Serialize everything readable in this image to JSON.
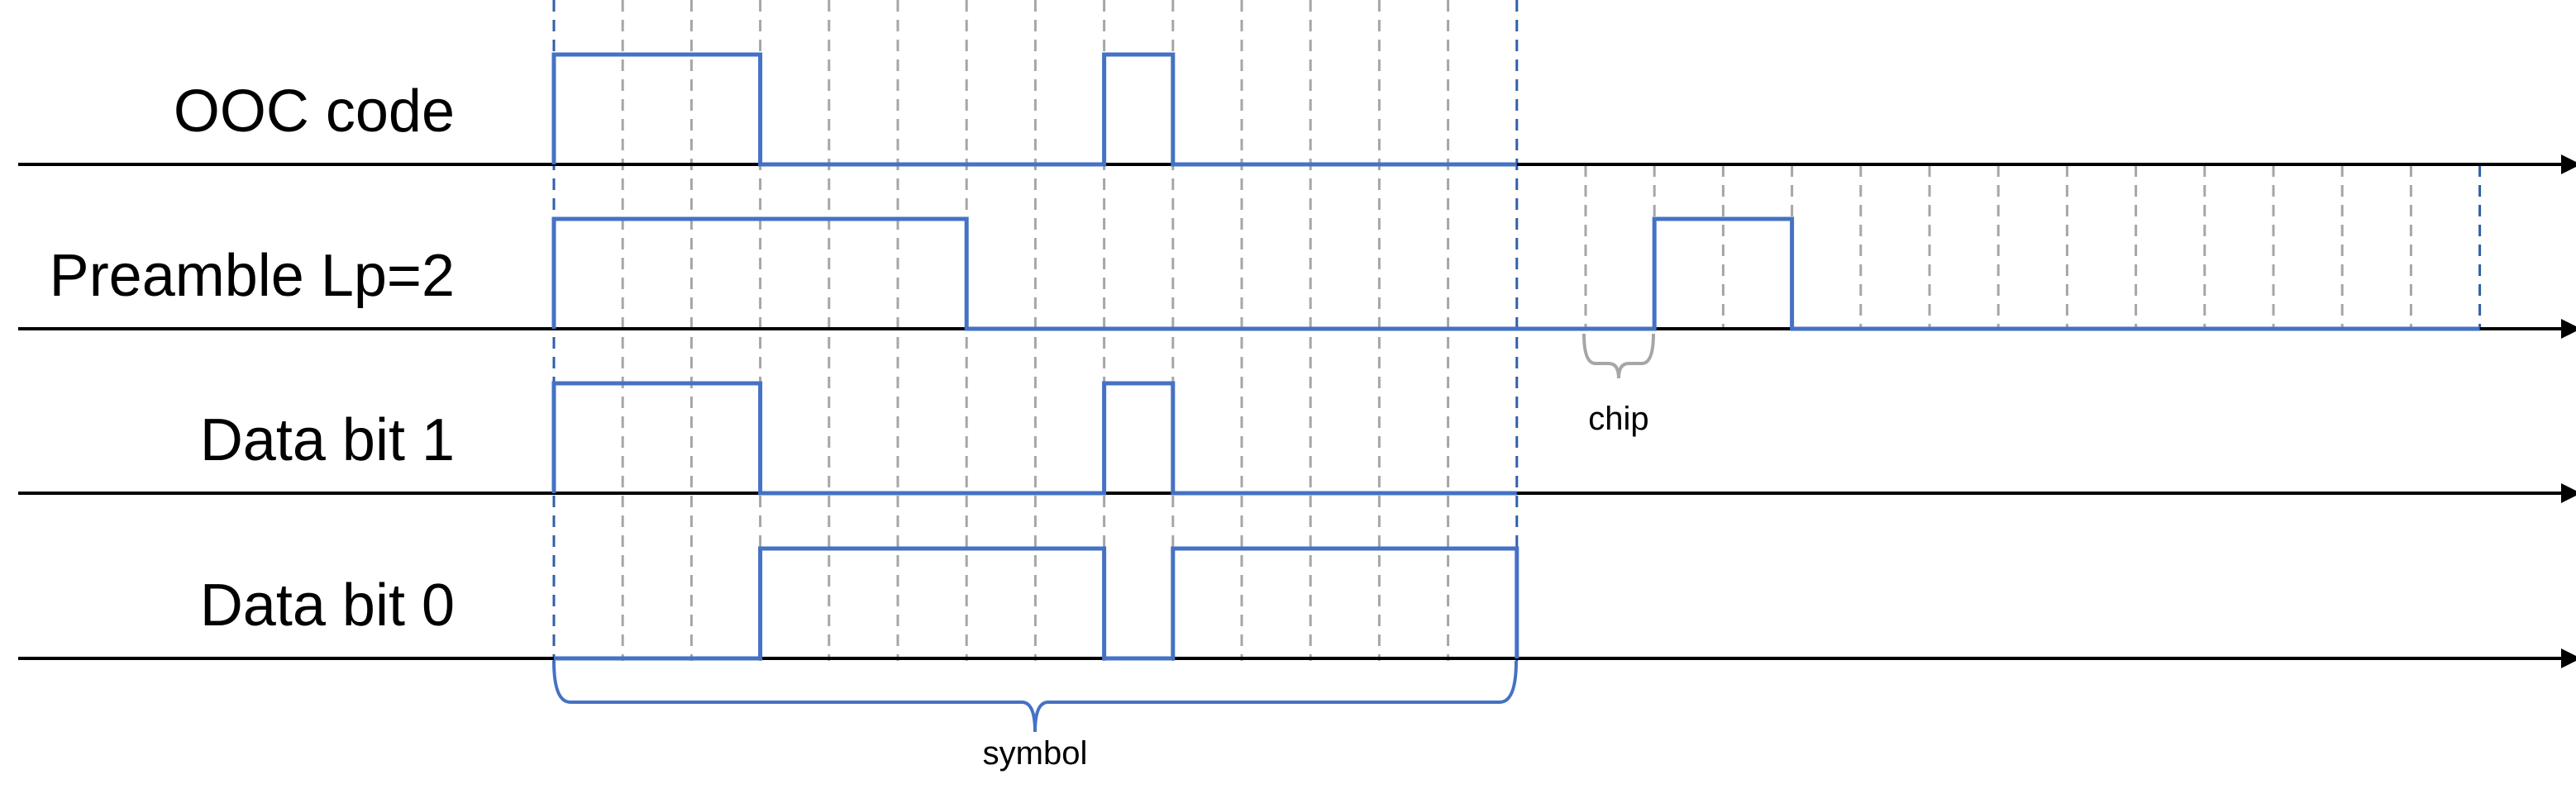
{
  "rows": [
    {
      "label": "OOC code",
      "chips": [
        1,
        1,
        1,
        0,
        0,
        0,
        0,
        0,
        1,
        0,
        0,
        0,
        0,
        0
      ]
    },
    {
      "label": "Preamble Lp=2",
      "chips": [
        1,
        1,
        1,
        1,
        1,
        1,
        0,
        0,
        0,
        0,
        0,
        0,
        0,
        0,
        0,
        0,
        1,
        1,
        0,
        0,
        0,
        0,
        0,
        0,
        0,
        0,
        0,
        0
      ]
    },
    {
      "label": "Data bit 1",
      "chips": [
        1,
        1,
        1,
        0,
        0,
        0,
        0,
        0,
        1,
        0,
        0,
        0,
        0,
        0
      ]
    },
    {
      "label": "Data bit 0",
      "chips": [
        0,
        0,
        0,
        1,
        1,
        1,
        1,
        1,
        0,
        1,
        1,
        1,
        1,
        1
      ]
    }
  ],
  "annotations": {
    "chip_label": "chip",
    "symbol_label": "symbol"
  },
  "colors": {
    "signal": "#4472C4",
    "axis": "#000000",
    "grid": "#A6A6A6",
    "symbol_boundary": "#2E5FA8",
    "chip_brace": "#A6A6A6",
    "symbol_brace": "#4472C4"
  }
}
